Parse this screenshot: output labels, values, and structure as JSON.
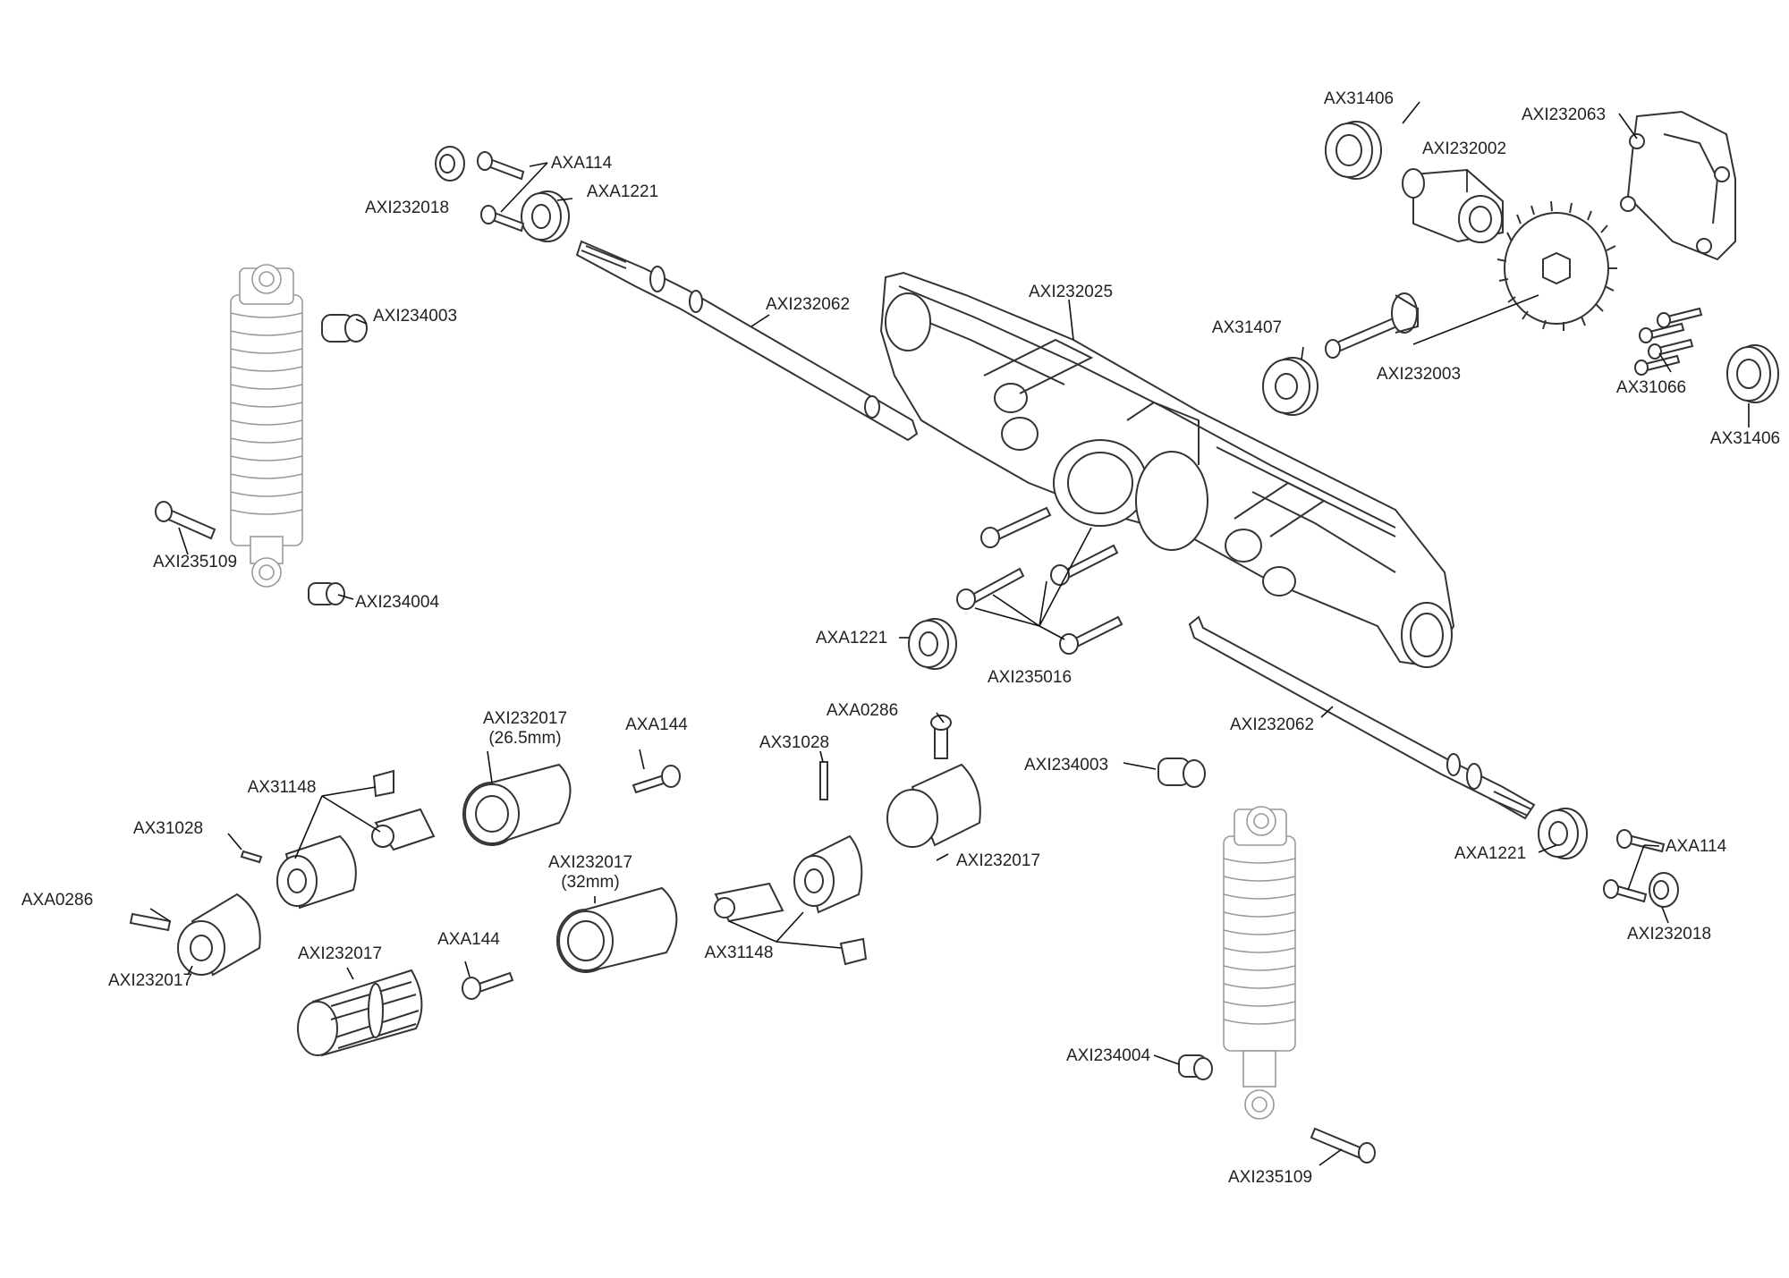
{
  "diagram": {
    "labels": {
      "ax31406_top": "AX31406",
      "axi232063": "AXI232063",
      "axi232002": "AXI232002",
      "axa114_top": "AXA114",
      "axa1221_top": "AXA1221",
      "axi232018_top": "AXI232018",
      "axi232062_top": "AXI232062",
      "axi232025": "AXI232025",
      "axi234003_top": "AXI234003",
      "ax31407": "AX31407",
      "axi232003": "AXI232003",
      "ax31066": "AX31066",
      "ax31406_right": "AX31406",
      "axi235109_left": "AXI235109",
      "axi234004_left": "AXI234004",
      "axa1221_mid": "AXA1221",
      "axi235016": "AXI235016",
      "axi232062_bottom": "AXI232062",
      "axi232017_265": "AXI232017",
      "size_265": "(26.5mm)",
      "axa144_top": "AXA144",
      "axa0286_mid": "AXA0286",
      "ax31028_mid": "AX31028",
      "axi234003_bottom": "AXI234003",
      "ax31148_left": "AX31148",
      "ax31028_left": "AX31028",
      "axa0286_left": "AXA0286",
      "axi232017_left": "AXI232017",
      "axi232017_32": "AXI232017",
      "size_32": "(32mm)",
      "axi232017_mid": "AXI232017",
      "axa1221_right": "AXA1221",
      "axa114_right": "AXA114",
      "axi232018_right": "AXI232018",
      "axi232017_spline": "AXI232017",
      "axa144_bottom": "AXA144",
      "ax31148_mid": "AX31148",
      "axi234004_bottom": "AXI234004",
      "axi235109_bottom": "AXI235109"
    }
  }
}
